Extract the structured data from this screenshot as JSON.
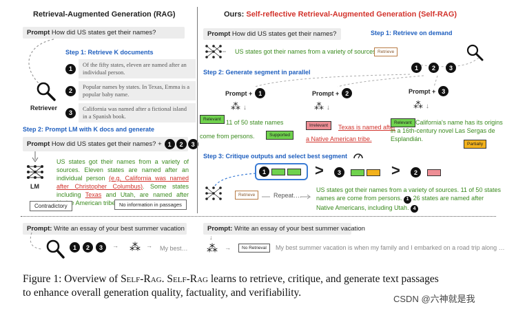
{
  "left": {
    "title": "Retrieval-Augmented Generation (RAG)",
    "prompt_label": "Prompt",
    "prompt_text": "How did US states get their names?",
    "step1": "Step 1: Retrieve K documents",
    "docs": [
      "Of the fifty states, eleven are named after an individual person.",
      "Popular names by states. In Texas, Emma is a popular baby name.",
      "California was named after a fictional island in a Spanish book."
    ],
    "retriever_label": "Retriever",
    "step2": "Step 2: Prompt LM with K docs and generate",
    "prompt2_text": "How did US states get their names? +",
    "lm_label": "LM",
    "gen_a": "US states got their names from a variety of sources. Eleven states are named after an individual person",
    "gen_b": "(e.g, California was named after Christopher Columbus)",
    "gen_c": ". Some states including",
    "gen_d": "Texas",
    "gen_e": "and Utah, are named after Native American tribe.",
    "badge_contradictory": "Contradictory",
    "badge_noinfo": "No information in passages"
  },
  "right": {
    "title_prefix": "Ours: ",
    "title_main": "Self-reflective Retrieval-Augmented Generation (",
    "title_abbr": "Self-RAG",
    "title_suffix": ")",
    "prompt_label": "Prompt",
    "prompt_text": "How did US states get their names?",
    "step1": "Step 1: Retrieve on demand",
    "retrieve_gen": "US states got their names from a variety of sources.",
    "retrieve_tag": "Retrieve",
    "step2": "Step 2: Generate segment in parallel",
    "prompt_plus": "Prompt +",
    "seg1_tag": "Relevant",
    "seg1_text": "11 of 50 state names come from persons.",
    "seg1_badge": "Supported",
    "seg2_tag": "Irrelevant",
    "seg2_text_red": "Texas is named after a Native American tribe.",
    "seg3_tag": "Relevant",
    "seg3_text": "California's name has its origins in a 16th-century novel Las Sergas de Esplandián.",
    "seg3_badge": "Partially",
    "step3": "Step 3: Critique outputs and select best segment",
    "retrieve_tag2": "Retrieve",
    "repeat": "Repeat….",
    "final_text_a": "US states got their names from a variety of sources. 11 of 50 states names are come from persons.",
    "final_text_b": "26 states are named after Native Americans, including Utah."
  },
  "bottom": {
    "left_prompt_label": "Prompt:",
    "left_prompt_text": "Write an essay of your best summer vacation",
    "left_gen": "My best…",
    "right_prompt_label": "Prompt:",
    "right_prompt_text": "Write an essay of your best summer vacation",
    "no_retrieval": "No Retrieval",
    "right_gen": "My best summer vacation is when my family and I embarked on a road trip along …"
  },
  "caption": {
    "line1_a": "Figure 1: Overview of ",
    "sr1": "Self-Rag",
    "line1_b": ". ",
    "sr2": "Self-Rag",
    "line1_c": " learns to retrieve, critique, and generate text passages",
    "line2": "to enhance overall generation quality, factuality, and verifiability."
  },
  "watermark": "CSDN @六神就是我",
  "colors": {
    "blue": "#1f5fbf",
    "red": "#d2332c",
    "green": "#3a8a1e",
    "tag_green": "#6fd24d",
    "tag_red": "#ee8e95",
    "tag_orange": "#f3b21c"
  }
}
